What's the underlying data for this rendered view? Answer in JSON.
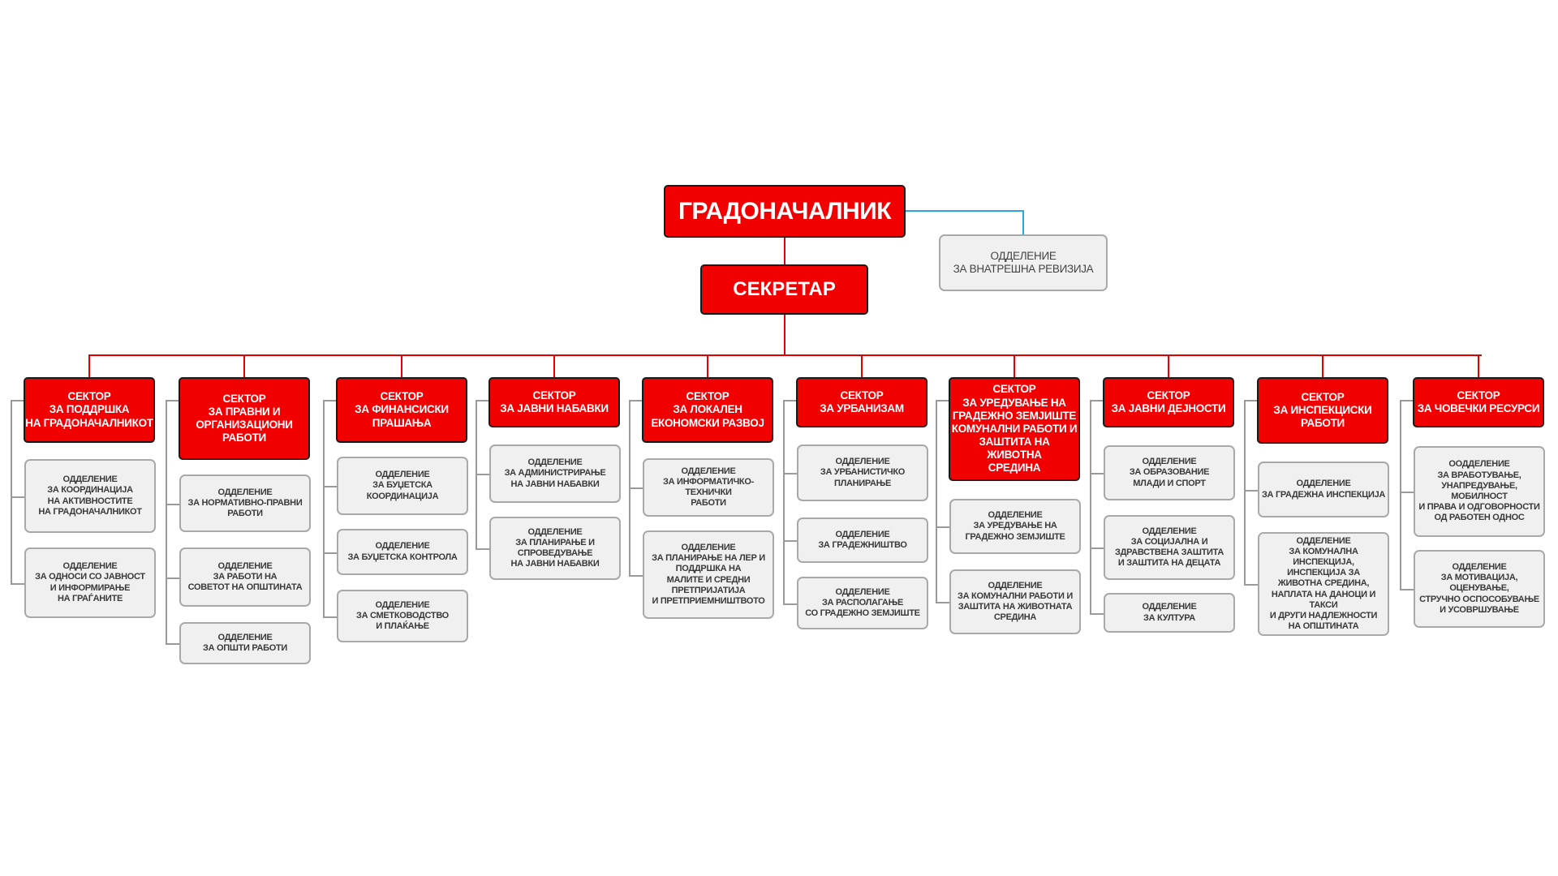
{
  "mayor": "ГРАДОНАЧАЛНИК",
  "secretary": "СЕКРЕТАР",
  "audit": "ОДДЕЛЕНИЕ\nЗА ВНАТРЕШНА РЕВИЗИЈА",
  "colors": {
    "accent": "#f00000",
    "line_red": "#e30000",
    "line_gray": "#9a9a9a",
    "line_blue": "#2aa7de",
    "dept_bg": "#f0f0f0"
  },
  "sectors": [
    {
      "name": "СЕКТОР\nЗА ПОДДРШКА\nНА ГРАДОНАЧАЛНИКОТ",
      "departments": [
        "ОДДЕЛЕНИЕ\nЗА КООРДИНАЦИЈА\nНА АКТИВНОСТИТЕ\nНА ГРАДОНАЧАЛНИКОТ",
        "ОДДЕЛЕНИЕ\nЗА ОДНОСИ СО ЈАВНОСТ\nИ ИНФОРМИРАЊЕ\nНА ГРАЃАНИТЕ"
      ]
    },
    {
      "name": "СЕКТОР\nЗА ПРАВНИ И\nОРГАНИЗАЦИОНИ\nРАБОТИ",
      "departments": [
        "ОДДЕЛЕНИЕ\nЗА НОРМАТИВНО-ПРАВНИ\nРАБОТИ",
        "ОДДЕЛЕНИЕ\nЗА РАБОТИ НА\nСОВЕТОТ НА ОПШТИНАТА",
        "ОДДЕЛЕНИЕ\nЗА ОПШТИ РАБОТИ"
      ]
    },
    {
      "name": "СЕКТОР\nЗА ФИНАНСИСКИ\nПРАШАЊА",
      "departments": [
        "ОДДЕЛЕНИЕ\nЗА БУЏЕТСКА\nКООРДИНАЦИЈА",
        "ОДДЕЛЕНИЕ\nЗА БУЏЕТСКА КОНТРОЛА",
        "ОДДЕЛЕНИЕ\nЗА СМЕТКОВОДСТВО\nИ ПЛАЌАЊЕ"
      ]
    },
    {
      "name": "СЕКТОР\nЗА ЈАВНИ НАБАВКИ",
      "departments": [
        "ОДДЕЛЕНИЕ\nЗА АДМИНИСТРИРАЊЕ\nНА ЈАВНИ НАБАВКИ",
        "ОДДЕЛЕНИЕ\nЗА ПЛАНИРАЊЕ И\nСПРОВЕДУВАЊЕ\nНА ЈАВНИ НАБАВКИ"
      ]
    },
    {
      "name": "СЕКТОР\nЗА ЛОКАЛЕН\nЕКОНОМСКИ РАЗВОЈ",
      "departments": [
        "ОДДЕЛЕНИЕ\nЗА ИНФОРМАТИЧКО-ТЕХНИЧКИ\nРАБОТИ",
        "ОДДЕЛЕНИЕ\nЗА ПЛАНИРАЊЕ НА ЛЕР И\nПОДДРШКА НА\nМАЛИТЕ И СРЕДНИ\nПРЕТПРИЈАТИЈА\nИ ПРЕТПРИЕМНИШТВОТО"
      ]
    },
    {
      "name": "СЕКТОР\nЗА УРБАНИЗАМ",
      "departments": [
        "ОДДЕЛЕНИЕ\nЗА УРБАНИСТИЧКО\nПЛАНИРАЊЕ",
        "ОДДЕЛЕНИЕ\nЗА ГРАДЕЖНИШТВО",
        "ОДДЕЛЕНИЕ\nЗА РАСПОЛАГАЊЕ\nСО ГРАДЕЖНО ЗЕМЈИШТЕ"
      ]
    },
    {
      "name": "СЕКТОР\nЗА УРЕДУВАЊЕ НА\nГРАДЕЖНО ЗЕМЈИШТЕ\nКОМУНАЛНИ РАБОТИ И\nЗАШТИТА НА ЖИВОТНА\nСРЕДИНА",
      "departments": [
        "ОДДЕЛЕНИЕ\nЗА УРЕДУВАЊЕ НА\nГРАДЕЖНО ЗЕМЈИШТЕ",
        "ОДДЕЛЕНИЕ\nЗА КОМУНАЛНИ РАБОТИ И\nЗАШТИТА НА ЖИВОТНАТА\nСРЕДИНА"
      ]
    },
    {
      "name": "СЕКТОР\nЗА ЈАВНИ ДЕЈНОСТИ",
      "departments": [
        "ОДДЕЛЕНИЕ\nЗА ОБРАЗОВАНИЕ\nМЛАДИ И СПОРТ",
        "ОДДЕЛЕНИЕ\nЗА СОЦИЈАЛНА И\nЗДРАВСТВЕНА ЗАШТИТА\nИ ЗАШТИТА НА ДЕЦАТА",
        "ОДДЕЛЕНИЕ\nЗА КУЛТУРА"
      ]
    },
    {
      "name": "СЕКТОР\nЗА ИНСПЕКЦИСКИ\nРАБОТИ",
      "departments": [
        "ОДДЕЛЕНИЕ\nЗА ГРАДЕЖНА ИНСПЕКЦИЈА",
        "ОДДЕЛЕНИЕ\nЗА КОМУНАЛНА ИНСПЕКЦИЈА,\nИНСПЕКЦИЈА ЗА\nЖИВОТНА СРЕДИНА,\nНАПЛАТА НА ДАНОЦИ И ТАКСИ\nИ ДРУГИ НАДЛЕЖНОСТИ\nНА ОПШТИНАТА"
      ]
    },
    {
      "name": "СЕКТОР\nЗА ЧОВЕЧКИ РЕСУРСИ",
      "departments": [
        "ООДДЕЛЕНИЕ\nЗА ВРАБОТУВАЊЕ,\nУНАПРЕДУВАЊЕ,\nМОБИЛНОСТ\nИ ПРАВА И ОДГОВОРНОСТИ\nОД РАБОТЕН ОДНОС",
        "ОДДЕЛЕНИЕ\nЗА МОТИВАЦИЈА,\nОЦЕНУВАЊЕ,\nСТРУЧНО ОСПОСОБУВАЊЕ\nИ УСОВРШУВАЊЕ"
      ]
    }
  ]
}
